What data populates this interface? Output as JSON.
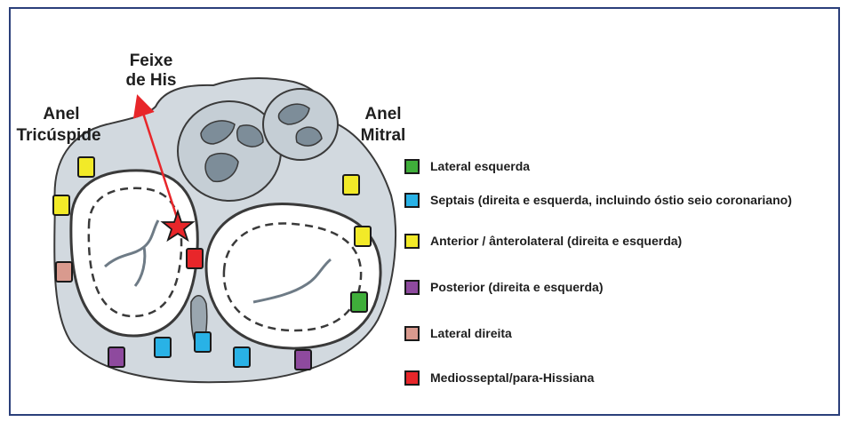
{
  "labels": {
    "feixe": "Feixe",
    "de_his": "de His",
    "anel_tric_1": "Anel",
    "anel_tric_2": "Tricúspide",
    "anel_mitral_1": "Anel",
    "anel_mitral_2": "Mitral"
  },
  "legend": [
    {
      "label": "Lateral esquerda",
      "color": "#3fae3a"
    },
    {
      "label": "Septais (direita e esquerda, incluindo óstio seio coronariano)",
      "color": "#29b2e6"
    },
    {
      "label": "Anterior / ânterolateral (direita e esquerda)",
      "color": "#f2ea28"
    },
    {
      "label": "Posterior (direita e esquerda)",
      "color": "#8e4a9e"
    },
    {
      "label": "Lateral direita",
      "color": "#d99a8e"
    },
    {
      "label": "Mediosseptal/para-Hissiana",
      "color": "#e8262a"
    }
  ],
  "colors": {
    "frame": "#2b3f7a",
    "arrow": "#e8262a",
    "tissue": "#d2d9df",
    "tissue_dark": "#7d8d99",
    "outline": "#3a3a3a"
  },
  "markers": [
    {
      "id": "anterior-1",
      "category": 2
    },
    {
      "id": "anterior-2",
      "category": 2
    },
    {
      "id": "anterior-3",
      "category": 2
    },
    {
      "id": "anterior-4",
      "category": 2
    },
    {
      "id": "lateral-direita",
      "category": 4
    },
    {
      "id": "mediosseptal",
      "category": 5
    },
    {
      "id": "lateral-esquerda",
      "category": 0
    },
    {
      "id": "posterior-1",
      "category": 3
    },
    {
      "id": "posterior-2",
      "category": 3
    },
    {
      "id": "septal-1",
      "category": 1
    },
    {
      "id": "septal-2",
      "category": 1
    },
    {
      "id": "septal-3",
      "category": 1
    }
  ]
}
